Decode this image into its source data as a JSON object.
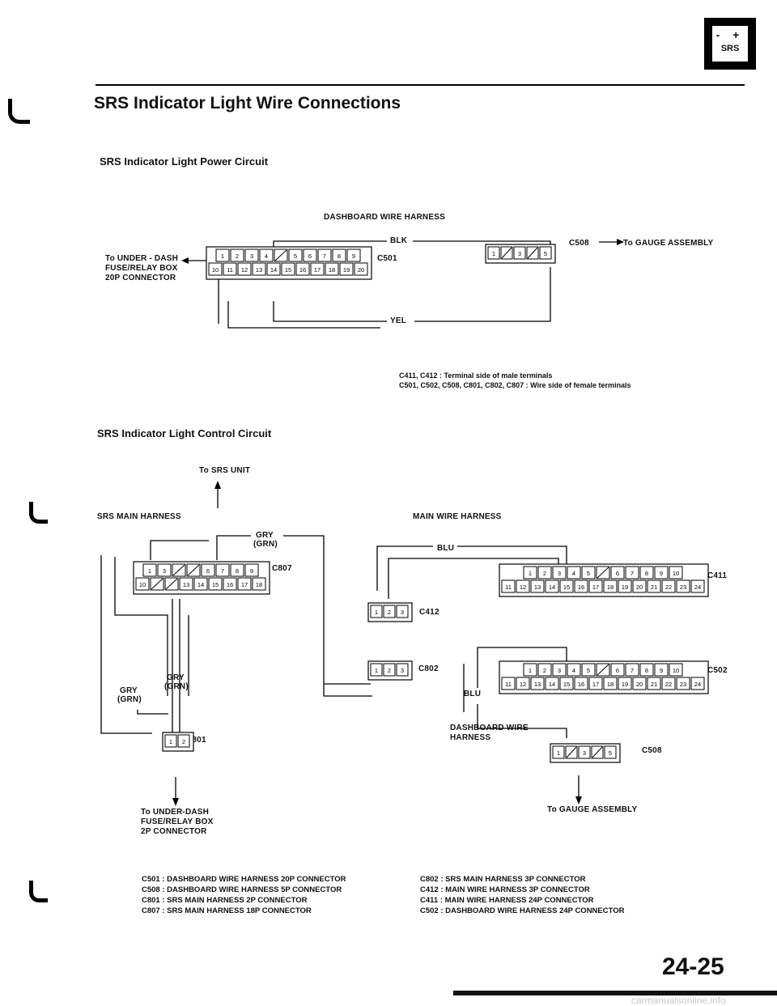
{
  "badge": {
    "symbol": "- +",
    "label": "SRS"
  },
  "page_title": "SRS Indicator Light Wire Connections",
  "power": {
    "subtitle": "SRS Indicator Light Power Circuit",
    "harness_label": "DASHBOARD WIRE HARNESS",
    "wire_top": "BLK",
    "wire_bottom": "YEL",
    "left_dest": [
      "To UNDER - DASH",
      "FUSE/RELAY BOX",
      "20P CONNECTOR"
    ],
    "c501_label": "C501",
    "c508_label": "C508",
    "right_dest": "To GAUGE ASSEMBLY",
    "c501_pins": [
      [
        "1",
        "2",
        "3",
        "4",
        "",
        "5",
        "6",
        "7",
        "8",
        "9"
      ],
      [
        "10",
        "11",
        "12",
        "13",
        "14",
        "15",
        "16",
        "17",
        "18",
        "19",
        "20"
      ]
    ],
    "c508_pins": [
      "1",
      "",
      "3",
      "",
      "5"
    ]
  },
  "note": {
    "line1": "C411, C412 : Terminal side of male terminals",
    "line2": "C501, C502, C508, C801, C802, C807 : Wire side of female terminals"
  },
  "control": {
    "subtitle": "SRS Indicator Light Control Circuit",
    "to_srs": "To SRS UNIT",
    "srs_harness": "SRS MAIN HARNESS",
    "main_harness": "MAIN WIRE HARNESS",
    "grn_top": [
      "GRY",
      "(GRN)"
    ],
    "grn_mid": [
      "GRY",
      "(GRN)"
    ],
    "grn_left": [
      "GRY",
      "(GRN)"
    ],
    "blu_top": "BLU",
    "blu_mid": "BLU",
    "c807_label": "C807",
    "c807_pins": [
      [
        "1",
        "3",
        "",
        "",
        "6",
        "7",
        "8",
        "9"
      ],
      [
        "10",
        "",
        "",
        "13",
        "14",
        "15",
        "16",
        "17",
        "18"
      ]
    ],
    "c412_label": "C412",
    "c412_pins": [
      "1",
      "2",
      "3"
    ],
    "c411_label": "C411",
    "c411_pins": [
      [
        "1",
        "2",
        "3",
        "4",
        "5",
        "",
        "6",
        "7",
        "8",
        "9",
        "10"
      ],
      [
        "11",
        "12",
        "13",
        "14",
        "15",
        "16",
        "17",
        "18",
        "19",
        "20",
        "21",
        "22",
        "23",
        "24"
      ]
    ],
    "c802_label": "C802",
    "c802_pins": [
      "1",
      "2",
      "3"
    ],
    "c502_label": "C502",
    "c502_pins": [
      [
        "1",
        "2",
        "3",
        "4",
        "5",
        "",
        "6",
        "7",
        "8",
        "9",
        "10"
      ],
      [
        "11",
        "12",
        "13",
        "14",
        "15",
        "16",
        "17",
        "18",
        "19",
        "20",
        "21",
        "22",
        "23",
        "24"
      ]
    ],
    "c801_label": "C801",
    "c801_pins": [
      "1",
      "2"
    ],
    "dash_harness": [
      "DASHBOARD WIRE",
      "HARNESS"
    ],
    "c508_label": "C508",
    "c508_pins": [
      "1",
      "",
      "3",
      "",
      "5"
    ],
    "left_dest": [
      "To UNDER-DASH",
      "FUSE/RELAY BOX",
      "2P CONNECTOR"
    ],
    "right_dest": "To GAUGE ASSEMBLY"
  },
  "legend_left": [
    "C501 : DASHBOARD WIRE HARNESS 20P CONNECTOR",
    "C508 : DASHBOARD WIRE HARNESS 5P CONNECTOR",
    "C801 : SRS MAIN HARNESS 2P CONNECTOR",
    "C807 : SRS MAIN HARNESS 18P CONNECTOR"
  ],
  "legend_right": [
    "C802 : SRS MAIN HARNESS 3P CONNECTOR",
    "C412 : MAIN WIRE HARNESS 3P CONNECTOR",
    "C411 : MAIN WIRE HARNESS 24P CONNECTOR",
    "C502 : DASHBOARD WIRE HARNESS 24P CONNECTOR"
  ],
  "page_number": "24-25",
  "watermark": "carmanualsonline.info"
}
